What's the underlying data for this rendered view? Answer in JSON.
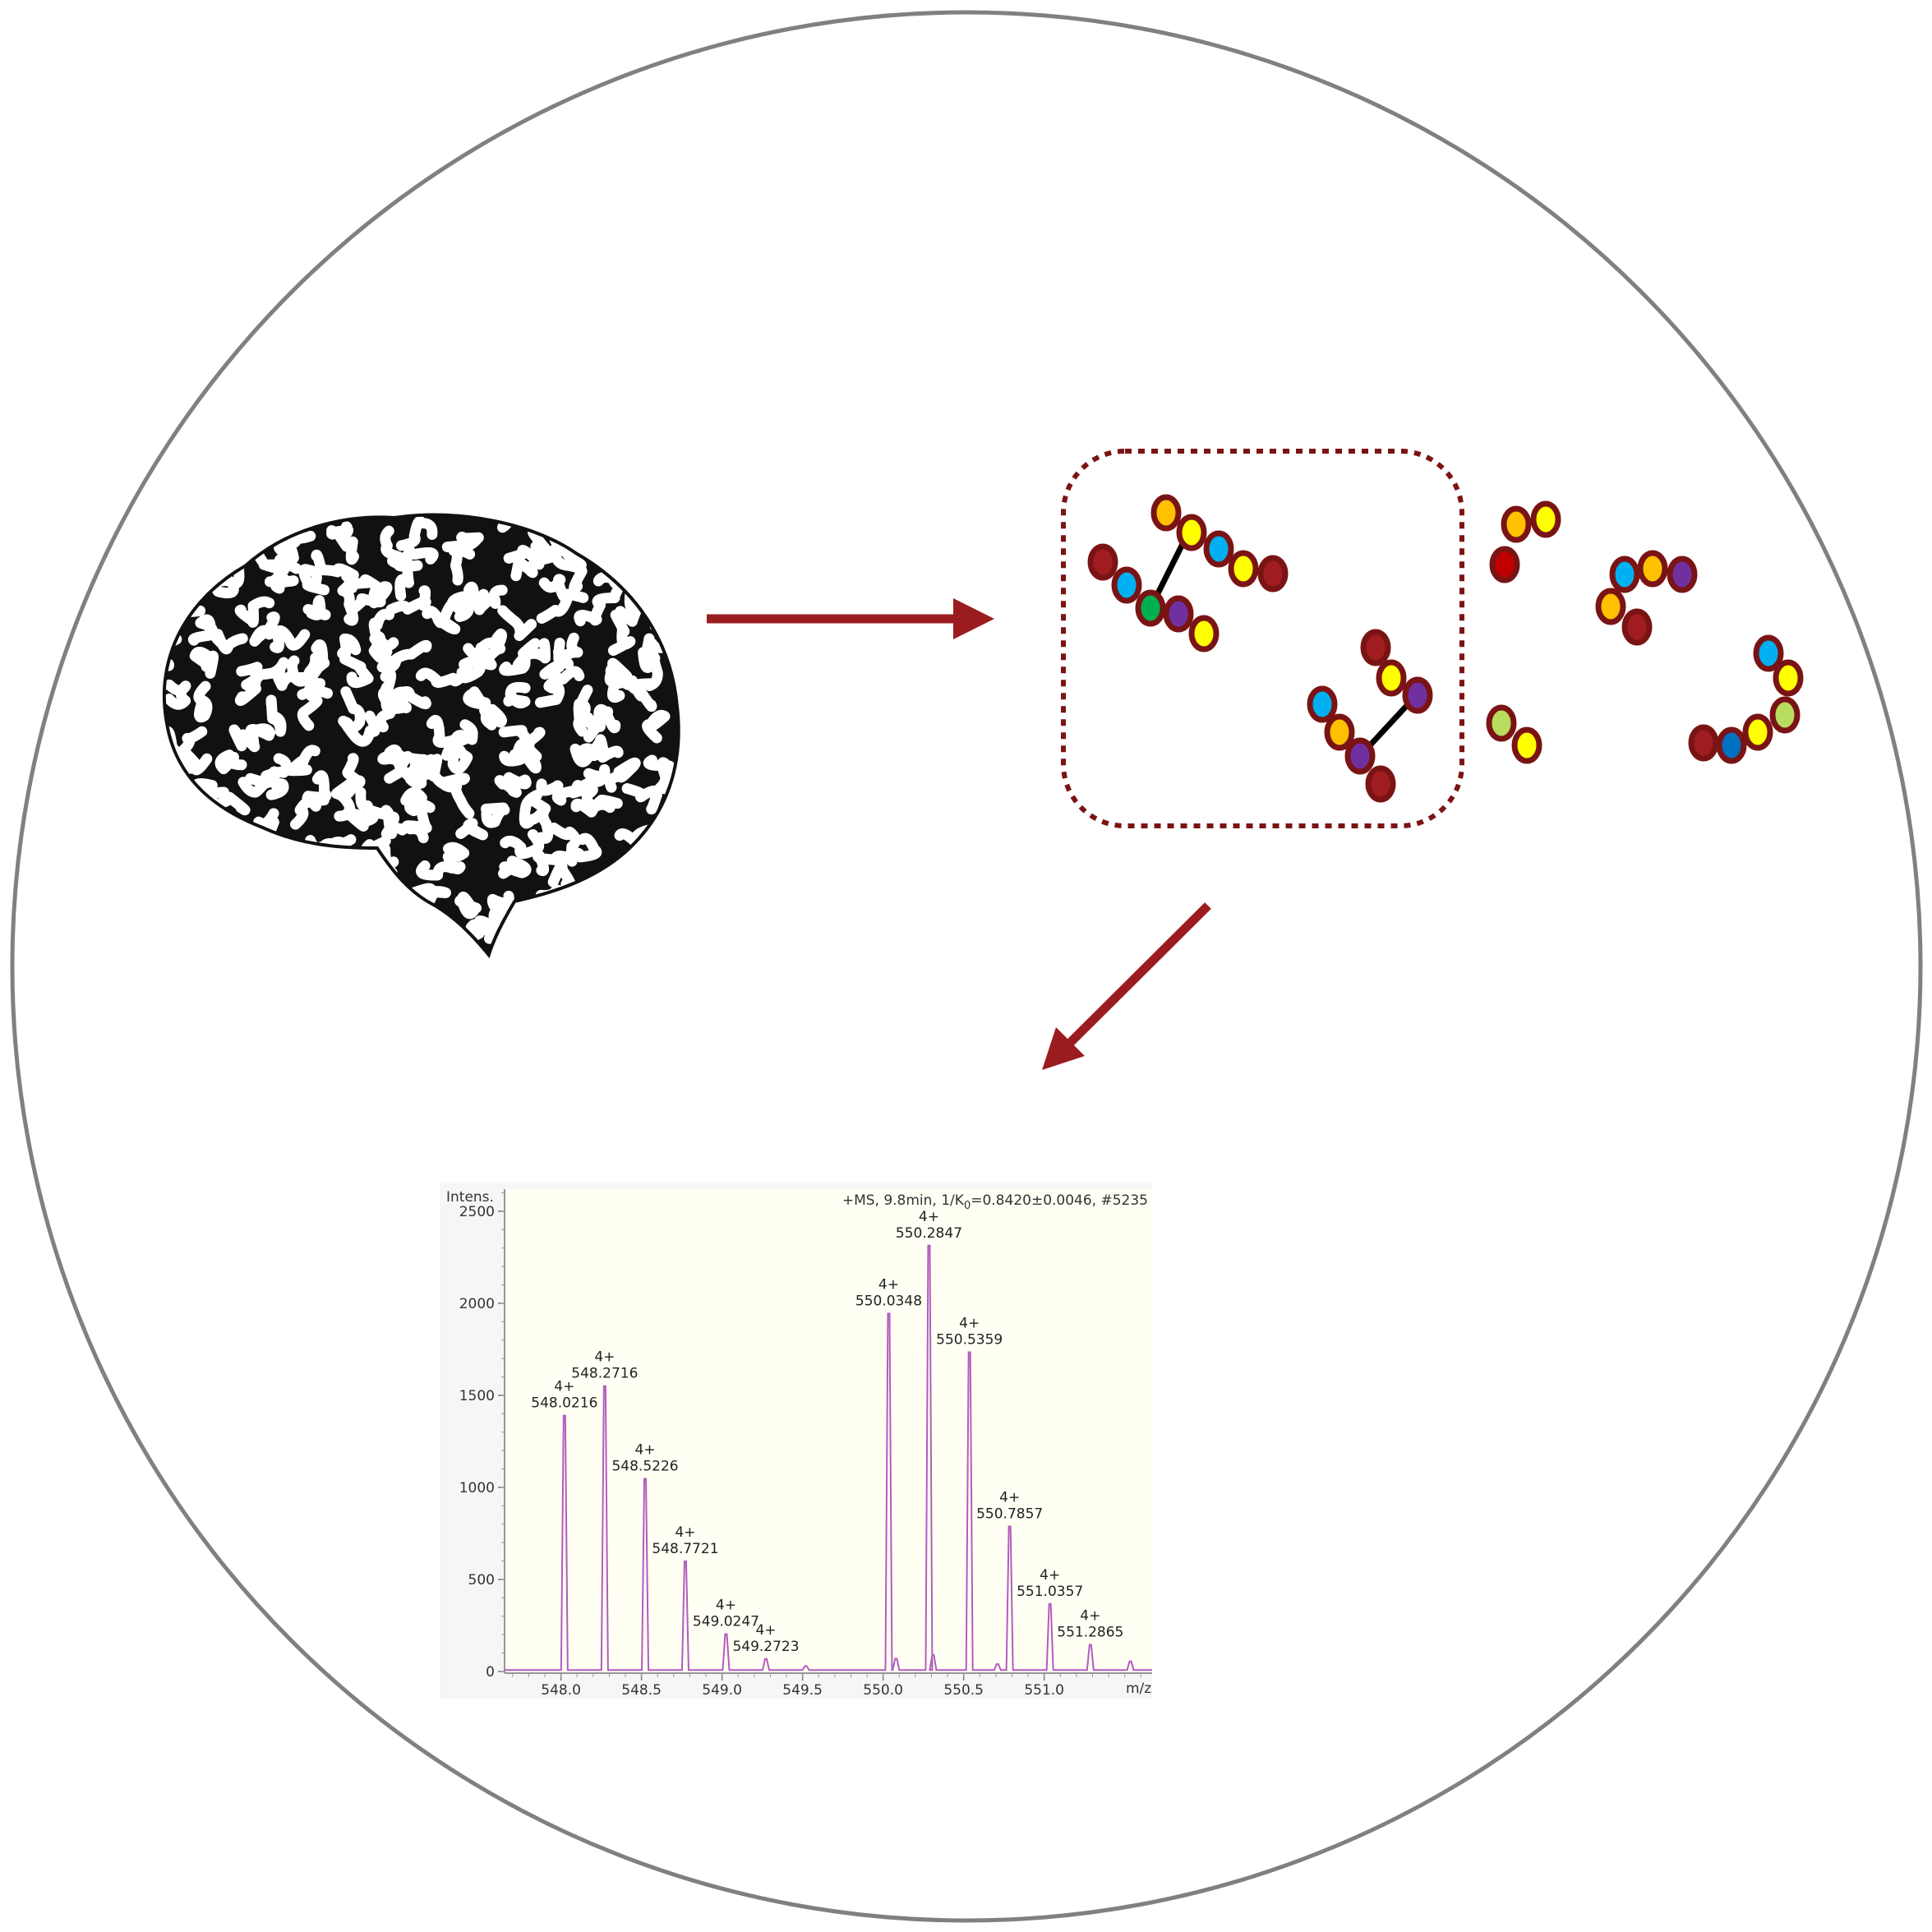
{
  "colors": {
    "circle": "#808080",
    "arrow": "#9b1c1f",
    "bead_stroke": "#7a1414",
    "spectrum": "#b25cbf",
    "plot_bg": "#fffff4"
  },
  "beads": {
    "groups": [
      {
        "name": "crosslinked-peptide-1",
        "in_box": true,
        "chains": [
          {
            "colors": [
              "#ffc000",
              "#ffff00",
              "#00b0f0",
              "#ffff00",
              "#a11c20"
            ]
          },
          {
            "colors": [
              "#a11c20",
              "#00b0f0",
              "#00b050",
              "#7030a0",
              "#ffff00"
            ]
          }
        ]
      },
      {
        "name": "crosslinked-peptide-2",
        "in_box": true,
        "chains": [
          {
            "colors": [
              "#a11c20",
              "#ffff00",
              "#7030a0"
            ]
          },
          {
            "colors": [
              "#00b0f0",
              "#ffc000",
              "#7030a0",
              "#a11c20"
            ]
          }
        ]
      },
      {
        "name": "peptide-a",
        "in_box": false,
        "chains": [
          {
            "colors": [
              "#ffc000",
              "#ffff00",
              "#c00000"
            ]
          }
        ]
      },
      {
        "name": "peptide-b",
        "in_box": false,
        "chains": [
          {
            "colors": [
              "#00b0f0",
              "#ffc000",
              "#7030a0",
              "#ffc000",
              "#a11c20"
            ]
          }
        ]
      },
      {
        "name": "peptide-c",
        "in_box": false,
        "chains": [
          {
            "colors": [
              "#b8dd5e",
              "#ffff00"
            ]
          }
        ]
      },
      {
        "name": "peptide-d",
        "in_box": false,
        "chains": [
          {
            "colors": [
              "#00b0f0",
              "#ffff00",
              "#b8dd5e",
              "#ffff00",
              "#0070c0",
              "#a11c20"
            ]
          }
        ]
      }
    ]
  },
  "chart_data": {
    "type": "line",
    "title": "+MS, 9.8min, 1/K0=0.8420±0.0046, #5235",
    "title_parts": {
      "prefix": "+MS, 9.8min, 1/K",
      "sub": "0",
      "suffix": "=0.8420±0.0046, #5235"
    },
    "xlabel": "m/z",
    "ylabel": "Intens.",
    "xlim": [
      547.65,
      551.67
    ],
    "ylim": [
      0,
      2620
    ],
    "xticks": [
      "548.0",
      "548.5",
      "549.0",
      "549.5",
      "550.0",
      "550.5",
      "551.0"
    ],
    "yticks": [
      "0",
      "500",
      "1000",
      "1500",
      "2000",
      "2500"
    ],
    "peaks": [
      {
        "mz": 548.0216,
        "intensity": 1390,
        "charge": "4+",
        "label": "548.0216"
      },
      {
        "mz": 548.2716,
        "intensity": 1550,
        "charge": "4+",
        "label": "548.2716"
      },
      {
        "mz": 548.5226,
        "intensity": 1046,
        "charge": "4+",
        "label": "548.5226"
      },
      {
        "mz": 548.7721,
        "intensity": 598,
        "charge": "4+",
        "label": "548.7721"
      },
      {
        "mz": 549.0247,
        "intensity": 203,
        "charge": "4+",
        "label": "549.0247"
      },
      {
        "mz": 549.2723,
        "intensity": 68,
        "charge": "4+",
        "label": "549.2723"
      },
      {
        "mz": 550.0348,
        "intensity": 1944,
        "charge": "4+",
        "label": "550.0348"
      },
      {
        "mz": 550.2847,
        "intensity": 2313,
        "charge": "4+",
        "label": "550.2847"
      },
      {
        "mz": 550.5359,
        "intensity": 1734,
        "charge": "4+",
        "label": "550.5359"
      },
      {
        "mz": 550.7857,
        "intensity": 788,
        "charge": "4+",
        "label": "550.7857"
      },
      {
        "mz": 551.0357,
        "intensity": 367,
        "charge": "4+",
        "label": "551.0357"
      },
      {
        "mz": 551.2865,
        "intensity": 145,
        "charge": "4+",
        "label": "551.2865"
      }
    ],
    "minor_peaks": [
      {
        "mz": 549.52,
        "intensity": 30
      },
      {
        "mz": 550.08,
        "intensity": 70
      },
      {
        "mz": 550.31,
        "intensity": 90
      },
      {
        "mz": 550.71,
        "intensity": 40
      },
      {
        "mz": 551.535,
        "intensity": 55
      }
    ],
    "grid": false
  }
}
